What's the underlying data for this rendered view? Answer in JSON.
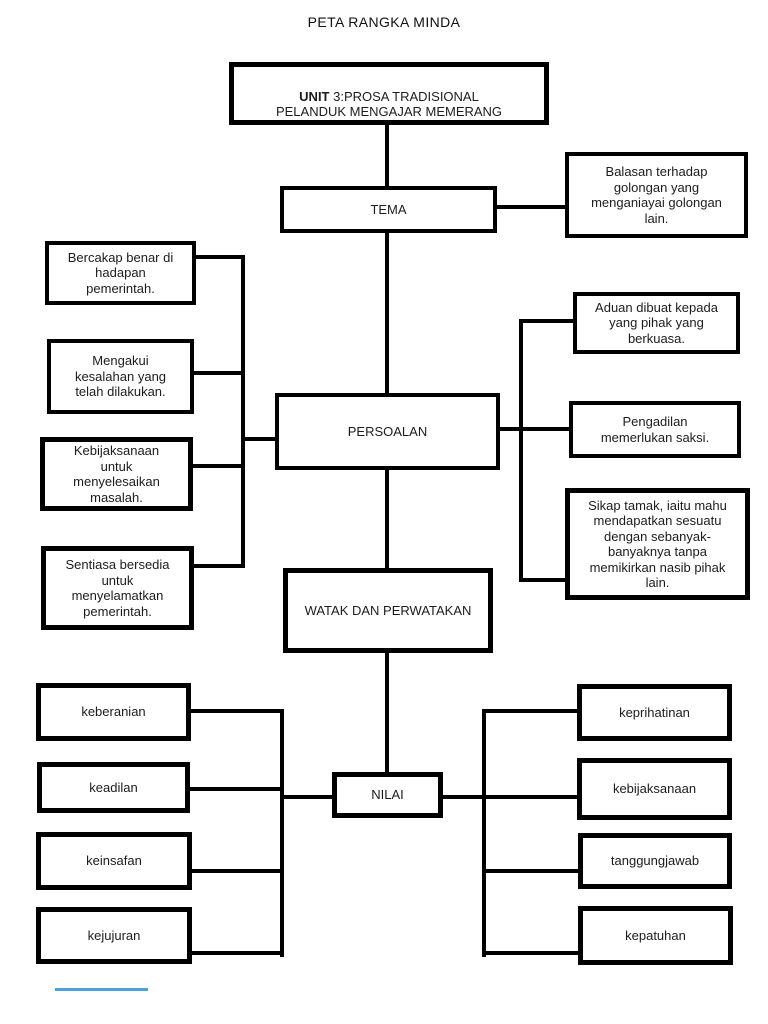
{
  "title": "PETA RANGKA MINDA",
  "unit": {
    "line1_bold": "UNIT",
    "line1_rest": " 3:PROSA TRADISIONAL",
    "line2": "PELANDUK MENGAJAR MEMERANG"
  },
  "tema": {
    "label": "TEMA",
    "note": "Balasan terhadap\ngolongan yang\nmenganiayai golongan\nlain."
  },
  "persoalan": {
    "label": "PERSOALAN",
    "left": [
      "Bercakap benar di\nhadapan\npemerintah.",
      "Mengakui\nkesalahan yang\ntelah dilakukan.",
      "Kebijaksanaan\nuntuk\nmenyelesaikan\nmasalah.",
      "Sentiasa bersedia\nuntuk\nmenyelamatkan\npemerintah."
    ],
    "right": [
      "Aduan dibuat kepada\nyang pihak yang\nberkuasa.",
      "Pengadilan\nmemerlukan saksi.",
      "Sikap tamak, iaitu mahu\nmendapatkan sesuatu\ndengan sebanyak-\nbanyaknya tanpa\nmemikirkan nasib pihak\nlain."
    ]
  },
  "watak": {
    "label": "WATAK DAN PERWATAKAN"
  },
  "nilai": {
    "label": "NILAI",
    "left": [
      "keberanian",
      "keadilan",
      "keinsafan",
      "kejujuran"
    ],
    "right": [
      "keprihatinan",
      "kebijaksanaan",
      "tanggungjawab",
      "kepatuhan"
    ]
  },
  "colors": {
    "ink": "#000000",
    "footer_line": "#4da0d9"
  }
}
